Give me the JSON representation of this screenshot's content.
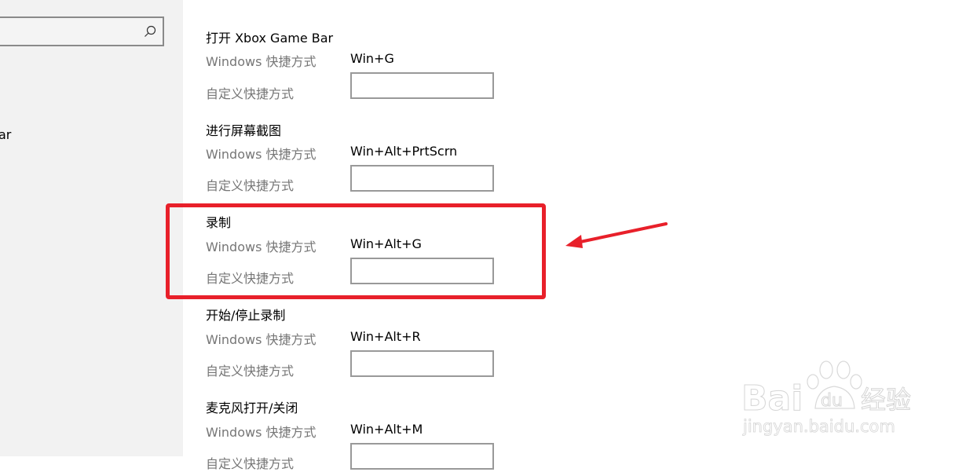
{
  "sidebar": {
    "search": {
      "placeholder": "",
      "value": "",
      "icon": "search-icon"
    },
    "partial_item": "ar"
  },
  "shortcuts": [
    {
      "title": "打开 Xbox Game Bar",
      "windows_label": "Windows 快捷方式",
      "windows_value": "Win+G",
      "custom_label": "自定义快捷方式",
      "custom_value": ""
    },
    {
      "title": "进行屏幕截图",
      "windows_label": "Windows 快捷方式",
      "windows_value": "Win+Alt+PrtScrn",
      "custom_label": "自定义快捷方式",
      "custom_value": ""
    },
    {
      "title": "录制",
      "windows_label": "Windows 快捷方式",
      "windows_value": "Win+Alt+G",
      "custom_label": "自定义快捷方式",
      "custom_value": ""
    },
    {
      "title": "开始/停止录制",
      "windows_label": "Windows 快捷方式",
      "windows_value": "Win+Alt+R",
      "custom_label": "自定义快捷方式",
      "custom_value": ""
    },
    {
      "title": "麦克风打开/关闭",
      "windows_label": "Windows 快捷方式",
      "windows_value": "Win+Alt+M",
      "custom_label": "自定义快捷方式",
      "custom_value": ""
    }
  ],
  "annotation": {
    "highlight_color": "#e8202a",
    "highlighted_item": "录制"
  },
  "watermark": {
    "brand": "Bai",
    "brand_du": "du",
    "brand_cn": "经验",
    "url": "jingyan.baidu.com"
  }
}
